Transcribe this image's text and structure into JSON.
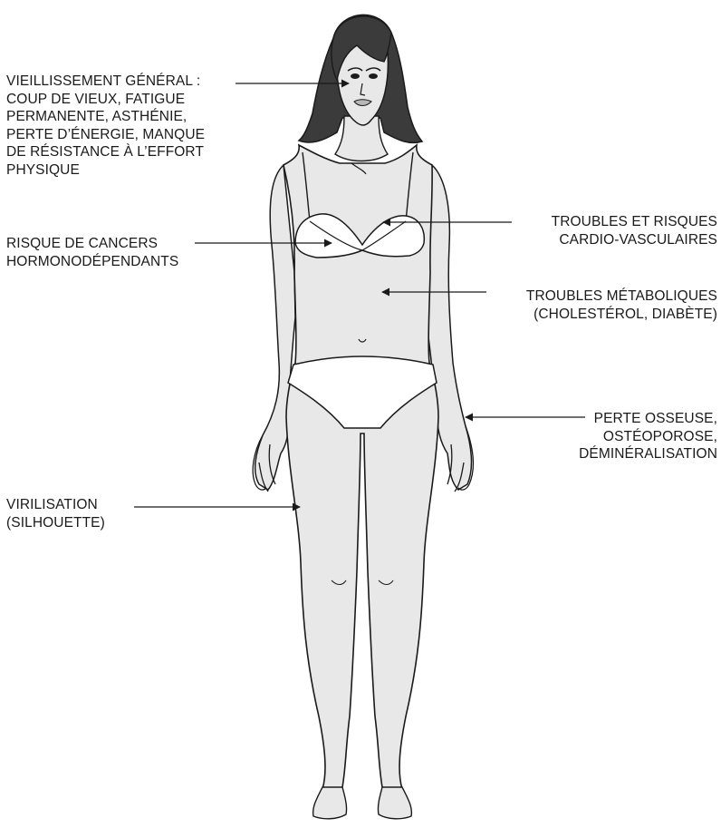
{
  "labels": {
    "aging": [
      "VIEILLISSEMENT GÉNÉRAL :",
      "COUP DE VIEUX, FATIGUE",
      "PERMANENTE, ASTHÉNIE,",
      "PERTE D’ÉNERGIE, MANQUE",
      "DE RÉSISTANCE À L’EFFORT",
      "PHYSIQUE"
    ],
    "cancer": [
      "RISQUE DE CANCERS",
      "HORMONODÉPENDANTS"
    ],
    "virilization": [
      "VIRILISATION",
      "(SILHOUETTE)"
    ],
    "cardio": [
      "TROUBLES ET RISQUES",
      "CARDIO-VASCULAIRES"
    ],
    "metabolic": [
      "TROUBLES MÉTABOLIQUES",
      "(CHOLESTÉROL, DIABÈTE)"
    ],
    "bone": [
      "PERTE OSSEUSE,",
      "OSTÉOPOROSE,",
      "DÉMINÉRALISATION"
    ]
  },
  "colors": {
    "skin": "#e8e8e8",
    "underwear": "#ffffff",
    "hair": "#3b3b3b",
    "outline": "#1a1a1a",
    "text": "#1a1a1a"
  }
}
